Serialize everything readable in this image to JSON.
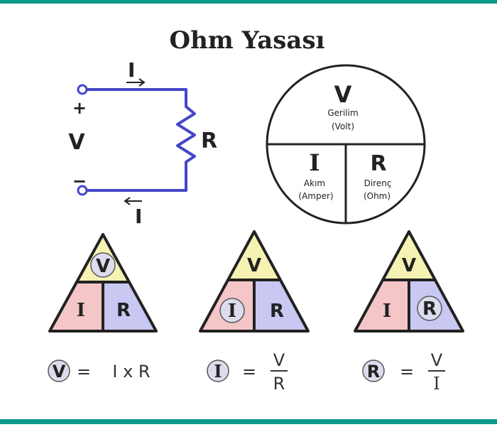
{
  "title": "Ohm Yasası",
  "circuit": {
    "current_top": "I",
    "current_bottom": "I",
    "plus": "+",
    "minus": "−",
    "voltage": "V",
    "resistor": "R"
  },
  "circle": {
    "v_symbol": "V",
    "v_label": "Gerilim",
    "v_unit": "(Volt)",
    "i_symbol": "I",
    "i_label": "Akım",
    "i_unit": "(Amper)",
    "r_symbol": "R",
    "r_label": "Direnç",
    "r_unit": "(Ohm)"
  },
  "triangles": [
    {
      "top": "V",
      "left": "I",
      "right": "R",
      "highlight": "V"
    },
    {
      "top": "V",
      "left": "I",
      "right": "R",
      "highlight": "I"
    },
    {
      "top": "V",
      "left": "I",
      "right": "R",
      "highlight": "R"
    }
  ],
  "formulas": {
    "f1_subject": "V",
    "f1_eq": "=",
    "f1_rhs": "I x R",
    "f2_subject": "I",
    "f2_eq": "=",
    "f2_num": "V",
    "f2_den": "R",
    "f3_subject": "R",
    "f3_eq": "=",
    "f3_num": "V",
    "f3_den": "I"
  },
  "colors": {
    "frame": "#0a9a8c",
    "wire": "#4646c8",
    "v_region": "#f6f2b4",
    "i_region": "#f4c6c8",
    "r_region": "#c8c8f2",
    "highlight_circle": "#dcdcee"
  }
}
